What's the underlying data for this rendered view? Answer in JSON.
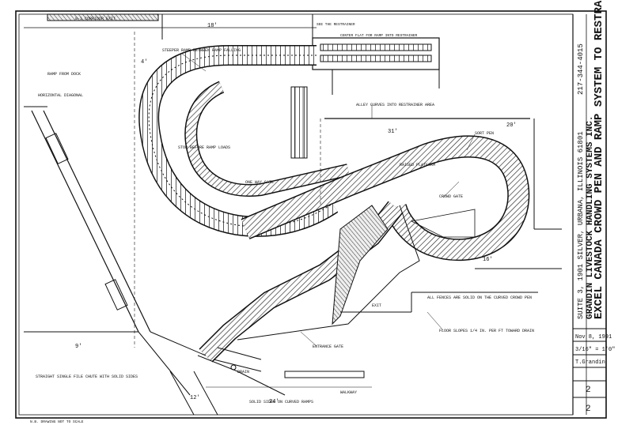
{
  "title_block": {
    "title_line1": "EXCEL CANADA CROWD PEN AND RAMP SYSTEM TO RESTRAINER",
    "title_line2": "GRANDIN LIVESTOCK HANDLING SYSTEMS INC.",
    "title_line3": "SUITE 3, 1901 SILVER, URBANA, ILLINOIS 61801",
    "phone": "217-344-4015",
    "date": "Nov 8, 1991",
    "scale": "3/16\" = 1'0\"",
    "drawn_by": "T.Grandin",
    "sheet_1": "2",
    "sheet_2": "2"
  },
  "labels": {
    "top_strip": "8-1 CORRIDOR EXIT",
    "top_note": "SEE THE RESTRAINER",
    "restrainer_note": "CENTER FLAT FOR RAMP INTO RESTRAINER",
    "ramp_label": "STEEPER RAMP BETWEEN RAMP FALLING",
    "raised_platform": "RAISED PLATFORM",
    "drain": "DRAIN",
    "dim_18": "18'",
    "dim_31": "31'",
    "dim_24": "24'",
    "dim_20": "20'",
    "dim_9": "9'",
    "dim_12": "12'",
    "dim_16": "16'",
    "dim_4": "4'",
    "side_note_1": "RAMP FROM DOCK",
    "side_note_2": "HORIZONTAL DIAGONAL",
    "stop_note": "STOP BEFORE RAMP LOADS",
    "alley_note": "ALLEY CURVES INTO RESTRAINER AREA",
    "curve_note": "ALL FENCES ARE SOLID ON THE CURVED CROWD PEN",
    "entrance": "ENTRANCE GATE",
    "exit_label": "EXIT",
    "floor_note": "FLOOR SLOPES 1/4 IN. PER FT TOWARD DRAIN",
    "gate_note": "ONE WAY GATE",
    "crowd_gate": "CROWD GATE",
    "bottom_note": "SOLID SIDES ON CURVED RAMPS",
    "walk_note": "WALKWAY",
    "pen_note": "SORT PEN",
    "bottom_left_note": "STRAIGHT SINGLE FILE CHUTE WITH SOLID SIDES",
    "footer": "N.B. DRAWING NOT TO SCALE"
  }
}
